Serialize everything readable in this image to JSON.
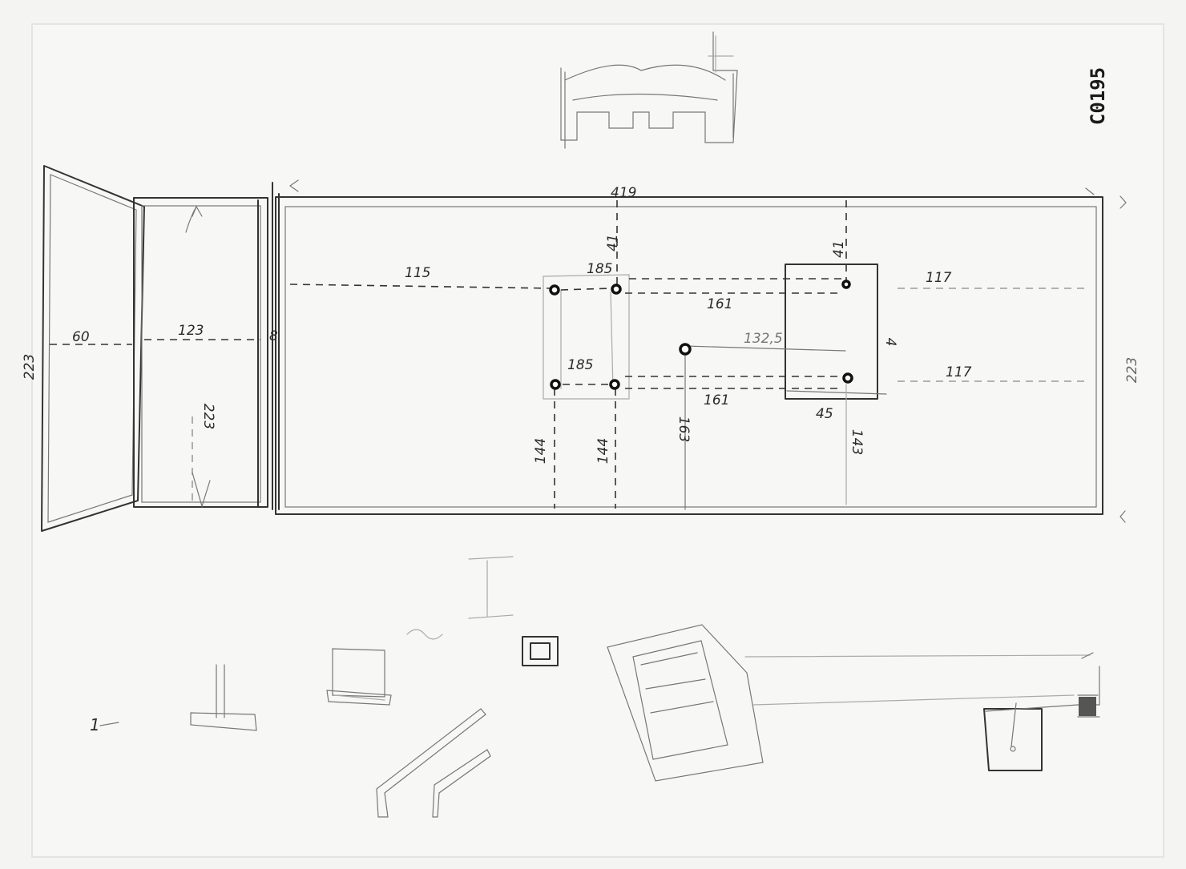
{
  "sheet": {
    "archive_number": "C0195"
  },
  "dimensions": {
    "door_depth": "60",
    "side_panel_width": "123",
    "left_height": "223",
    "side_panel_height": "223",
    "side_gap": "8",
    "top_width": "419",
    "upper_row_offset": "115",
    "hole_spacing_top": "185",
    "hole_spacing_bottom": "185",
    "top_margin_holes": "41",
    "top_margin_box": "41",
    "right_margin_upper": "117",
    "right_margin_lower": "117",
    "mid_span_upper": "161",
    "mid_span_lower": "161",
    "center_offset": "132,5",
    "box_height_mark": "4",
    "box_width": "45",
    "hole_height_left": "144",
    "hole_height_mid": "144",
    "center_height": "163",
    "box_height": "143",
    "right_height": "223"
  },
  "sketches": {
    "margin_mark": "1"
  }
}
